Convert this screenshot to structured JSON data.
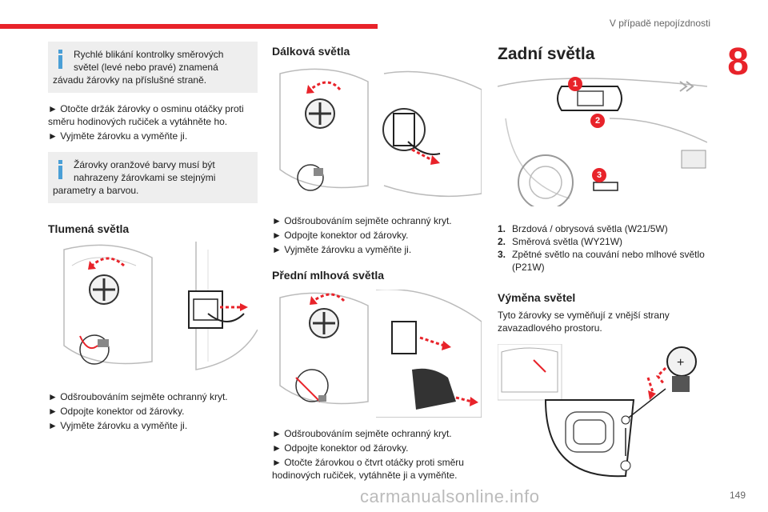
{
  "header": {
    "chapter_title": "V případě nepojízdnosti",
    "chapter_number": "8"
  },
  "page": {
    "number": "149"
  },
  "watermark": "carmanualsonline.info",
  "colors": {
    "accent": "#e8232a",
    "infobox_bg": "#eeeeee",
    "icon": "#4a9fd6"
  },
  "col1": {
    "info1": "Rychlé blikání kontrolky směrových světel (levé nebo pravé) znamená závadu žárovky na příslušné straně.",
    "steps1": [
      "► Otočte držák žárovky o osminu otáčky proti směru hodinových ručiček a vytáhněte ho.",
      "► Vyjměte žárovku a vyměňte ji."
    ],
    "info2": "Žárovky oranžové barvy musí být nahrazeny žárovkami se stejnými parametry a barvou.",
    "section_title": "Tlumená světla",
    "steps2": [
      "► Odšroubováním sejměte ochranný kryt.",
      "► Odpojte konektor od žárovky.",
      "► Vyjměte žárovku a vyměňte ji."
    ]
  },
  "col2": {
    "section1_title": "Dálková světla",
    "steps1": [
      "► Odšroubováním sejměte ochranný kryt.",
      "► Odpojte konektor od žárovky.",
      "► Vyjměte žárovku a vyměňte ji."
    ],
    "section2_title": "Přední mlhová světla",
    "steps2": [
      "► Odšroubováním sejměte ochranný kryt.",
      "► Odpojte konektor od žárovky.",
      "► Otočte žárovkou o čtvrt otáčky proti směru hodinových ručiček, vytáhněte ji a vyměňte."
    ]
  },
  "col3": {
    "title": "Zadní světla",
    "callouts": [
      "1",
      "2",
      "3"
    ],
    "list": [
      {
        "num": "1.",
        "text": "Brzdová / obrysová světla (W21/5W)"
      },
      {
        "num": "2.",
        "text": "Směrová světla (WY21W)"
      },
      {
        "num": "3.",
        "text": "Zpětné světlo na couvání nebo mlhové světlo (P21W)"
      }
    ],
    "section_title": "Výměna světel",
    "para": "Tyto žárovky se vyměňují z vnější strany zavazadlového prostoru."
  }
}
